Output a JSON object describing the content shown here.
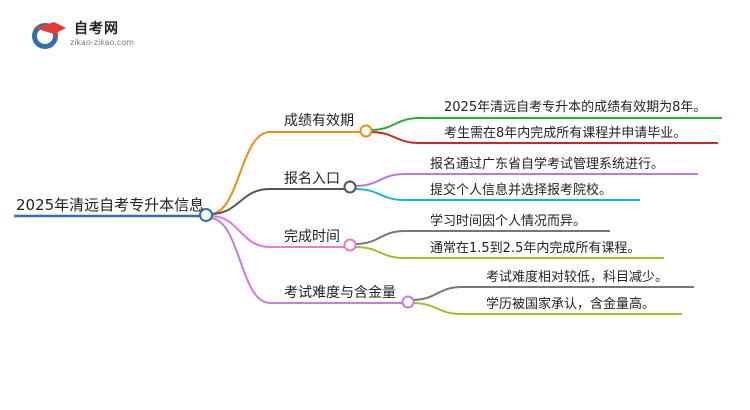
{
  "logo": {
    "title": "自考网",
    "subtitle": "zikao-zikao.com"
  },
  "colors": {
    "root": "#2f6fb0",
    "branch1": "#f08c1a",
    "branch2": "#555555",
    "branch3": "#e879d8",
    "branch4": "#c77ddc",
    "leaf_green": "#2eaa3a",
    "leaf_red": "#c62828",
    "leaf_cyan": "#18b7c9",
    "leaf_purple": "#b57be0",
    "leaf_gray": "#777777",
    "leaf_olive": "#a9b82a"
  },
  "mindmap": {
    "root": "2025年清远自考专升本信息",
    "branches": [
      {
        "label": "成绩有效期",
        "leaves": [
          "2025年清远自考专升本的成绩有效期为8年。",
          "考生需在8年内完成所有课程并申请毕业。"
        ]
      },
      {
        "label": "报名入口",
        "leaves": [
          "报名通过广东省自学考试管理系统进行。",
          "提交个人信息并选择报考院校。"
        ]
      },
      {
        "label": "完成时间",
        "leaves": [
          "学习时间因个人情况而异。",
          "通常在1.5到2.5年内完成所有课程。"
        ]
      },
      {
        "label": "考试难度与含金量",
        "leaves": [
          "考试难度相对较低，科目减少。",
          "学历被国家承认，含金量高。"
        ]
      }
    ]
  }
}
